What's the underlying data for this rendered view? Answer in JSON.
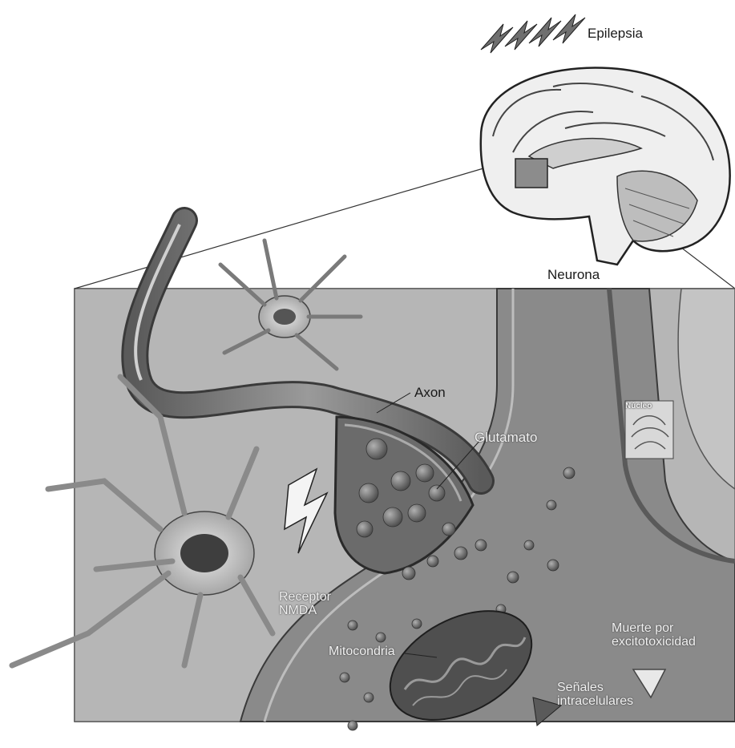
{
  "labels": {
    "epilepsia": "Epilepsia",
    "neurona": "Neurona",
    "axon": "Axon",
    "glutamato": "Glutamato",
    "receptor_nmda": "Receptor NMDA",
    "mitocondria": "Mitocondria",
    "muerte": "Muerte por excitotoxicidad",
    "senales": "Señales intracelulares",
    "nucleo": "Núcleo"
  },
  "icons": [
    "lightning-bolt-icon",
    "lightning-bolt-icon",
    "lightning-bolt-icon",
    "lightning-bolt-icon"
  ],
  "colors": {
    "background": "#ffffff",
    "tissue": "#9a9a9a",
    "neuron_body": "#6e6e6e",
    "vesicle": "#5c5c5c",
    "line": "#222222"
  }
}
